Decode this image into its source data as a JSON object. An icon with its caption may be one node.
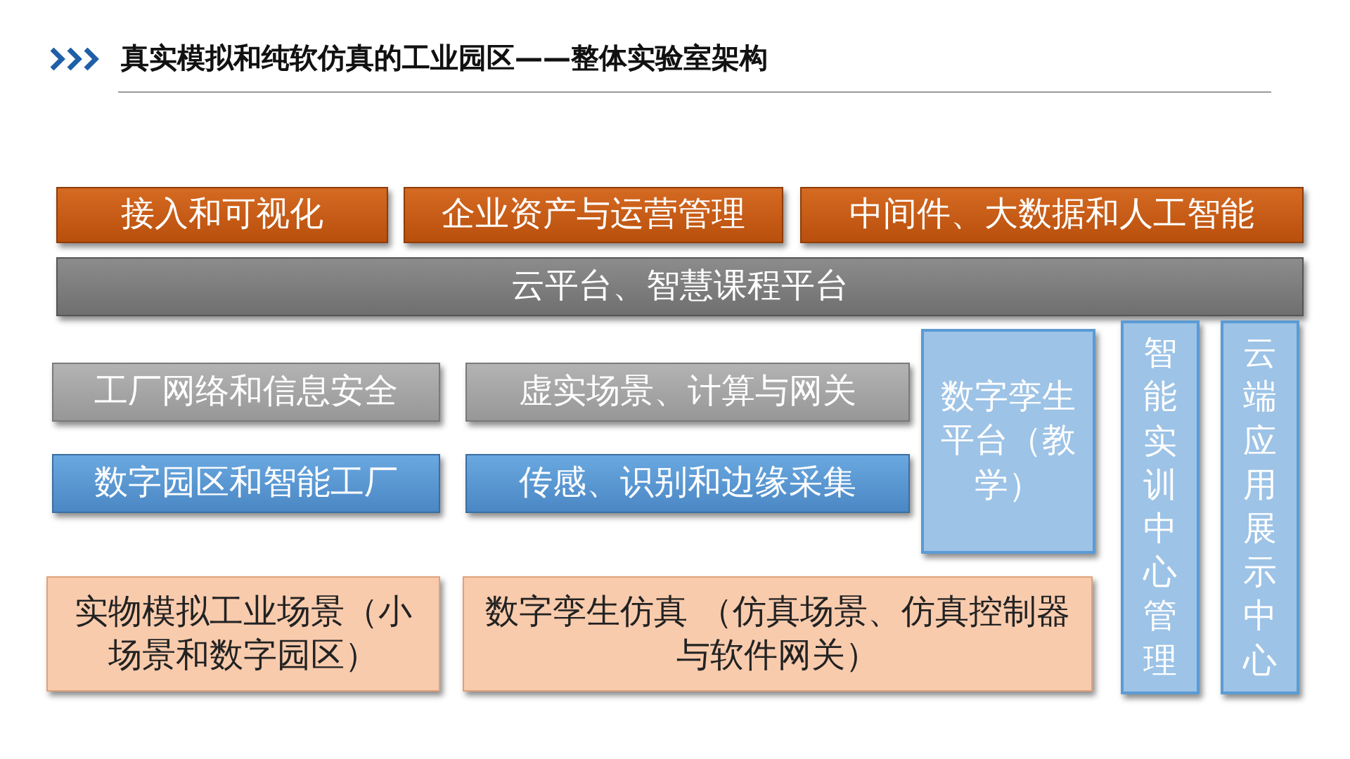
{
  "diagram": {
    "title": "真实模拟和纯软仿真的工业园区——整体实验室架构",
    "nodes": [
      {
        "text": [
          "接入和可视化"
        ]
      },
      {
        "text": [
          "企业资产与运营管理"
        ]
      },
      {
        "text": [
          "中间件、大数据和人工智能"
        ]
      },
      {
        "text": [
          "云平台、智慧课程平台"
        ]
      },
      {
        "text": [
          "工厂网络和信息安全"
        ]
      },
      {
        "text": [
          "虚实场景、计算与网关"
        ]
      },
      {
        "text": [
          "数字园区和智能工厂"
        ]
      },
      {
        "text": [
          "传感、识别和边缘采集"
        ]
      },
      {
        "text": [
          "数字孪生平台（教学）"
        ]
      },
      {
        "text": [
          "智能实训中心管理"
        ]
      },
      {
        "text": [
          "云端应用展示中心"
        ]
      },
      {
        "text": [
          "实物模拟工业场景（小场景和数字园区）"
        ]
      },
      {
        "text": [
          "数字孪生仿真 （仿真场景、仿真控制器与软件网关）"
        ]
      }
    ],
    "edges": []
  }
}
